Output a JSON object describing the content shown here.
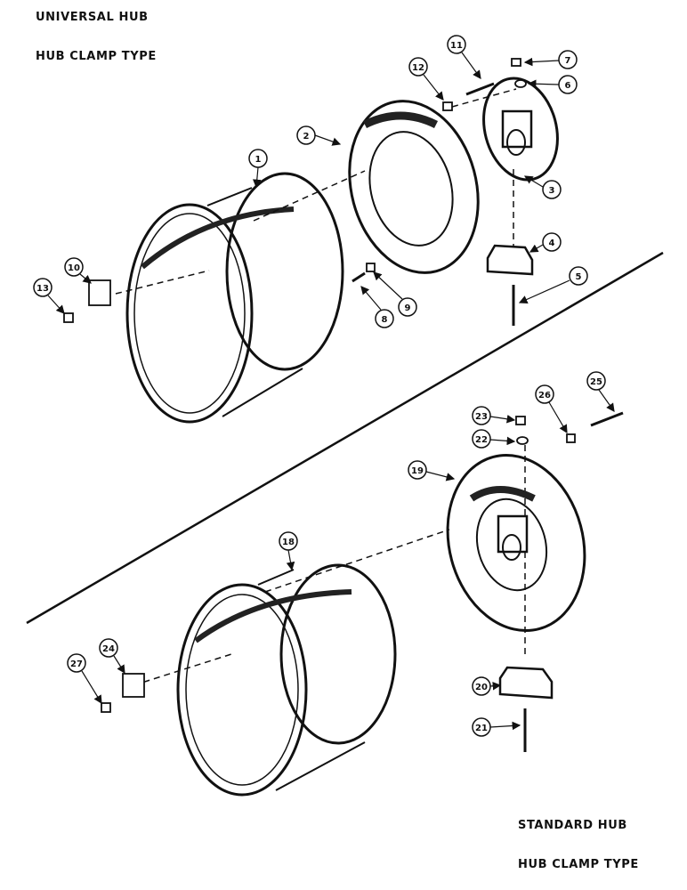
{
  "headings": {
    "top_line1": "UNIVERSAL HUB",
    "top_line2": "HUB CLAMP TYPE",
    "bottom_line1": "STANDARD HUB",
    "bottom_line2": "HUB CLAMP TYPE"
  },
  "callouts": [
    "1",
    "2",
    "3",
    "4",
    "5",
    "6",
    "7",
    "8",
    "9",
    "10",
    "11",
    "12",
    "13",
    "18",
    "19",
    "20",
    "21",
    "22",
    "23",
    "24",
    "25",
    "26",
    "27"
  ]
}
